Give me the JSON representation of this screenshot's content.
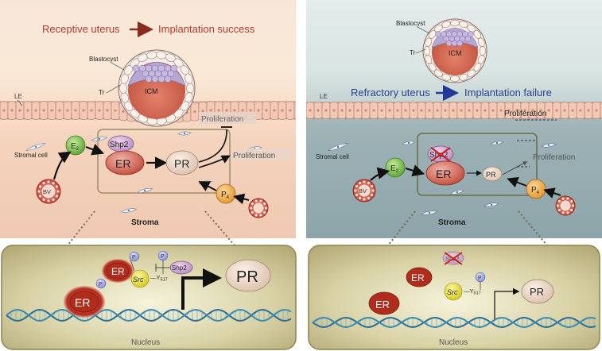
{
  "left": {
    "title_a": "Receptive uterus",
    "title_b": "Implantation success",
    "blastocyst": "Blastocyst",
    "tr": "Tr",
    "icm": "ICM",
    "le": "LE",
    "stromal_cell": "Stromal cell",
    "e2": "E",
    "e2_sub": "2",
    "bv": "BV",
    "shp2": "Shp2",
    "er": "ER",
    "pr": "PR",
    "p4": "P",
    "p4_sub": "4",
    "proliferation_top": "Proliferation",
    "proliferation_right": "Proliferation",
    "stroma": "Stroma",
    "nucleus": {
      "er1": "ER",
      "er2": "ER",
      "p1": "P",
      "p2": "P",
      "p3": "P",
      "src": "Src",
      "y517": "Y",
      "y517_sub": "517",
      "shp2": "Shp2",
      "pr": "PR",
      "label": "Nucleus"
    }
  },
  "right": {
    "title_a": "Refractory uterus",
    "title_b": "Implantation failure",
    "blastocyst": "Blastocyst",
    "tr": "Tr",
    "icm": "ICM",
    "le": "LE",
    "stromal_cell": "Stromal cell",
    "e2": "E",
    "e2_sub": "2",
    "bv": "BV",
    "shp2": "Shp2",
    "er": "ER",
    "pr": "PR",
    "p4": "P",
    "p4_sub": "4",
    "proliferation_top": "Proliferation",
    "proliferation_right": "Proliferation",
    "stroma": "Stroma",
    "nucleus": {
      "shp2": "Shp2",
      "er1": "ER",
      "er2": "ER",
      "p1": "P",
      "src": "Src",
      "y517": "Y",
      "y517_sub": "517",
      "pr": "PR",
      "label": "Nucleus"
    }
  },
  "colors": {
    "title_red": "#b23a2e",
    "title_blue": "#2a3f8f",
    "arrow_red": "#8c2a1e",
    "arrow_blue": "#22399a",
    "left_bg": "#f5ddcb",
    "right_bg": "#a3b6ba",
    "nucleus_bg": "#c8bf8c"
  }
}
